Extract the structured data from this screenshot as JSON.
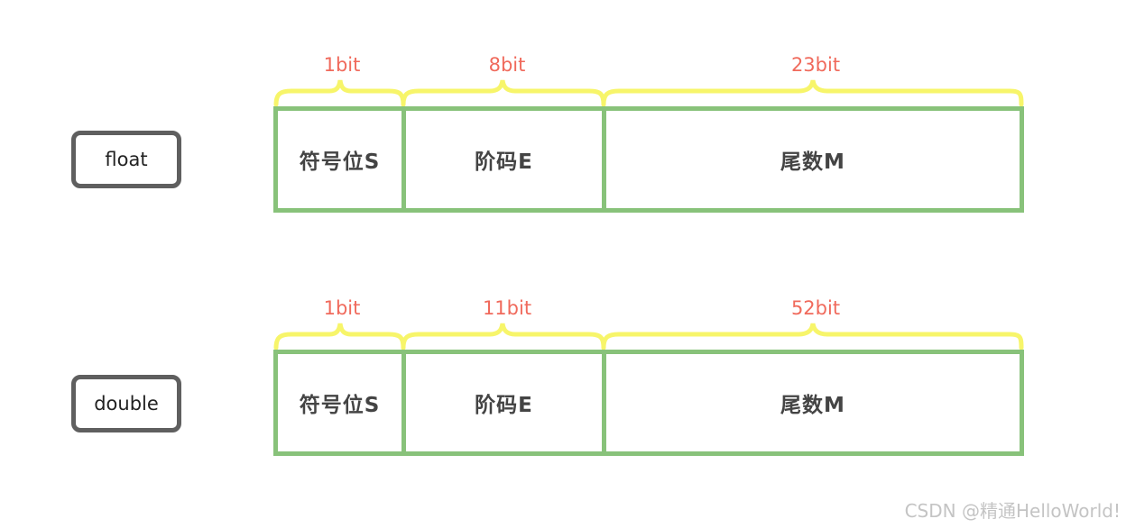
{
  "rows": [
    {
      "type_label": "float",
      "fields": [
        {
          "label": "符号位S",
          "bits": "1bit"
        },
        {
          "label": "阶码E",
          "bits": "8bit"
        },
        {
          "label": "尾数M",
          "bits": "23bit"
        }
      ]
    },
    {
      "type_label": "double",
      "fields": [
        {
          "label": "符号位S",
          "bits": "1bit"
        },
        {
          "label": "阶码E",
          "bits": "11bit"
        },
        {
          "label": "尾数M",
          "bits": "52bit"
        }
      ]
    }
  ],
  "watermark": "CSDN @精通HelloWorld!",
  "colors": {
    "box_border": "#88c27a",
    "brace": "#f7f56a",
    "bit_label": "#f06a5c",
    "type_label_border": "#5f5f5f",
    "field_text": "#444444"
  }
}
